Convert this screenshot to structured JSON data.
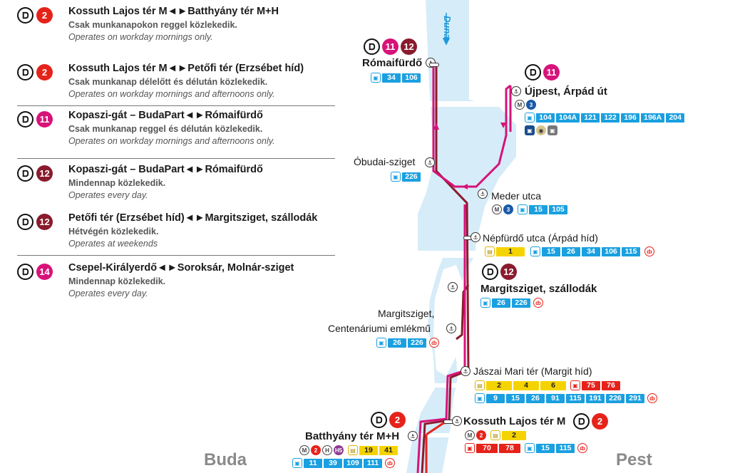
{
  "legend": {
    "routes": [
      {
        "lines": [
          {
            "num": "2",
            "color": "#e5231b"
          }
        ],
        "title": "Kossuth Lajos tér M◄►Batthyány tér M+H",
        "hu": "Csak munkanapokon reggel közlekedik.",
        "en": "Operates on workday mornings only."
      },
      {
        "lines": [
          {
            "num": "2",
            "color": "#e5231b"
          }
        ],
        "title": "Kossuth Lajos tér M◄►Petőfi tér (Erzsébet híd)",
        "hu": "Csak munkanap délelőtt és délután közlekedik.",
        "en": "Operates on workday mornings and afternoons only."
      },
      {
        "lines": [
          {
            "num": "11",
            "color": "#d7137a"
          }
        ],
        "title": "Kopaszi-gát – BudaPart◄►Rómaifürdő",
        "hu": "Csak munkanap reggel és délután közlekedik.",
        "en": "Operates on workday mornings and afternoons only."
      },
      {
        "lines": [
          {
            "num": "12",
            "color": "#8a1b2d"
          }
        ],
        "title": "Kopaszi-gát – BudaPart◄►Rómaifürdő",
        "hu": "Mindennap közlekedik.",
        "en": "Operates every day."
      },
      {
        "lines": [
          {
            "num": "12",
            "color": "#8a1b2d"
          }
        ],
        "title": "Petőfi tér (Erzsébet híd)◄►Margitsziget, szállodák",
        "hu": "Hétvégén közlekedik.",
        "en": "Operates at weekends"
      },
      {
        "lines": [
          {
            "num": "14",
            "color": "#d7137a"
          }
        ],
        "title": "Csepel-Királyerdő◄►Soroksár, Molnár-sziget",
        "hu": "Mindennap közlekedik.",
        "en": "Operates every day."
      }
    ]
  },
  "map": {
    "river": "Duna",
    "buda": "Buda",
    "pest": "Pest",
    "colors": {
      "river": "#d6ecf8",
      "line11": "#d7137a",
      "line12": "#8a1b2d",
      "line2": "#e5231b",
      "bus": "#1aa0e0",
      "tram": "#f5d300",
      "trolley": "#e5231b"
    },
    "stops": {
      "romaifurdo": {
        "name": "Rómaifürdő",
        "lines": [
          "11",
          "12"
        ],
        "bus": [
          "34",
          "106"
        ]
      },
      "ujpest": {
        "name": "Újpest, Árpád út",
        "lines": [
          "11"
        ],
        "metro": "3",
        "bus": [
          "104",
          "104A",
          "121",
          "122",
          "196",
          "196A",
          "204"
        ],
        "other": [
          "night-bus",
          "taxi",
          "intercity-bus"
        ]
      },
      "obudai": {
        "name": "Óbudai-sziget",
        "bus": [
          "226"
        ]
      },
      "meder": {
        "name": "Meder utca",
        "metro": "3",
        "bus": [
          "15",
          "105"
        ]
      },
      "nepfurdo": {
        "name": "Népfürdő utca (Árpád híd)",
        "tram": [
          "1"
        ],
        "bus": [
          "15",
          "26",
          "34",
          "106",
          "115"
        ]
      },
      "margit_szall": {
        "name": "Margitsziget, szállodák",
        "lines": [
          "12"
        ],
        "bus": [
          "26",
          "226"
        ]
      },
      "centenarium": {
        "name1": "Margitsziget,",
        "name2": "Centenáriumi emlékmű",
        "bus": [
          "26",
          "226"
        ]
      },
      "jaszai": {
        "name": "Jászai Mari tér (Margit híd)",
        "tram": [
          "2",
          "4",
          "6"
        ],
        "trolley": [
          "75",
          "76"
        ],
        "bus": [
          "9",
          "15",
          "26",
          "91",
          "115",
          "191",
          "226",
          "291"
        ]
      },
      "kossuth": {
        "name": "Kossuth Lajos tér M",
        "lines": [
          "2"
        ],
        "metro": [
          "2"
        ],
        "tram": [
          "2"
        ],
        "trolley": [
          "70",
          "78"
        ],
        "bus": [
          "15",
          "115"
        ]
      },
      "batthyany": {
        "name": "Batthyány tér M+H",
        "lines": [
          "2"
        ],
        "metro": [
          "2",
          "H5"
        ],
        "tram": [
          "19",
          "41"
        ],
        "bus": [
          "11",
          "39",
          "109",
          "111"
        ]
      }
    }
  }
}
